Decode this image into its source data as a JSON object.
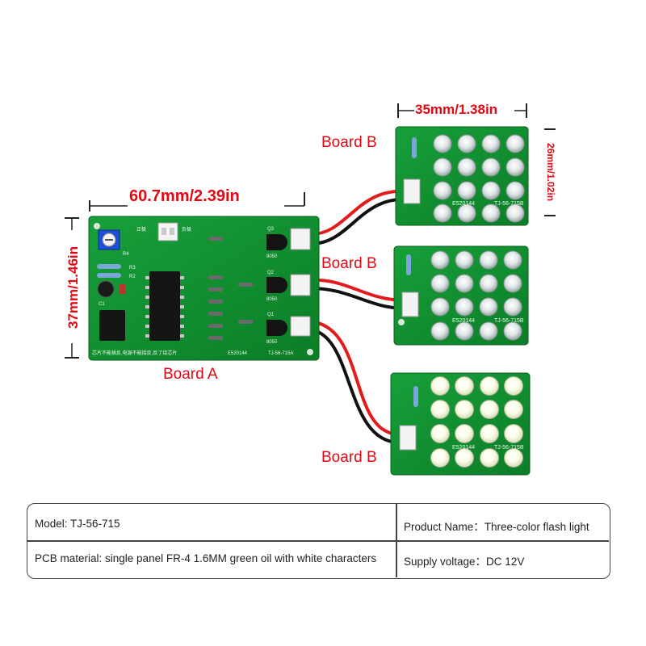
{
  "dimensions": {
    "board_a_width": "60.7mm/2.39in",
    "board_a_height": "37mm/1.46in",
    "board_b_width": "35mm/1.38in",
    "board_b_height": "26mm/1.02in"
  },
  "board_labels": {
    "board_a": "Board A",
    "board_b_top": "Board B",
    "board_b_middle": "Board B",
    "board_b_bottom": "Board B"
  },
  "pcb_silkscreen": {
    "board_a_note": "芯片不能插反,电源不能接反,反了烧芯片",
    "board_a_code": "E520144",
    "board_a_model": "TJ-56-715A",
    "board_a_pos": "正极",
    "board_a_neg": "负极",
    "board_b_code": "E520144",
    "board_b_model": "TJ-56-715B",
    "transistor_label": "8050",
    "refs": [
      "R4",
      "R3",
      "R2",
      "Q3",
      "Q2",
      "Q1",
      "C1"
    ]
  },
  "specs": {
    "model": "Model: TJ-56-715",
    "product_name": "Product Name：Three-color flash light",
    "pcb_material": "PCB material: single panel FR-4 1.6MM green oil with white characters",
    "supply_voltage": "Supply voltage：DC 12V"
  },
  "colors": {
    "pcb_green": "#0f8a2c",
    "dimension_red": "#e30613",
    "wire_red": "#e31b1b",
    "wire_black": "#111111"
  }
}
